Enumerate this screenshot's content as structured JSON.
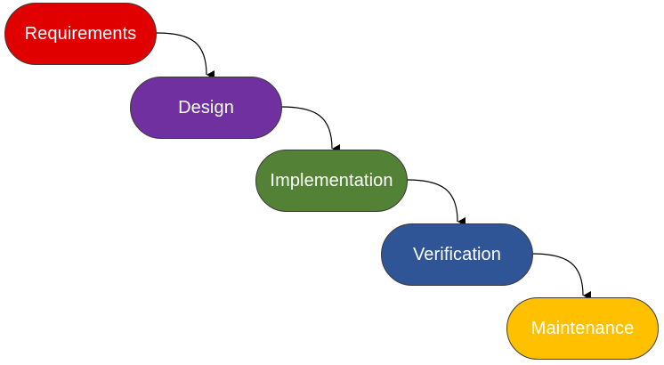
{
  "stages": [
    {
      "label": "Requirements",
      "color": "#e10000"
    },
    {
      "label": "Design",
      "color": "#7030a0"
    },
    {
      "label": "Implementation",
      "color": "#538135"
    },
    {
      "label": "Verification",
      "color": "#2f5597"
    },
    {
      "label": "Maintenance",
      "color": "#ffc000"
    }
  ]
}
